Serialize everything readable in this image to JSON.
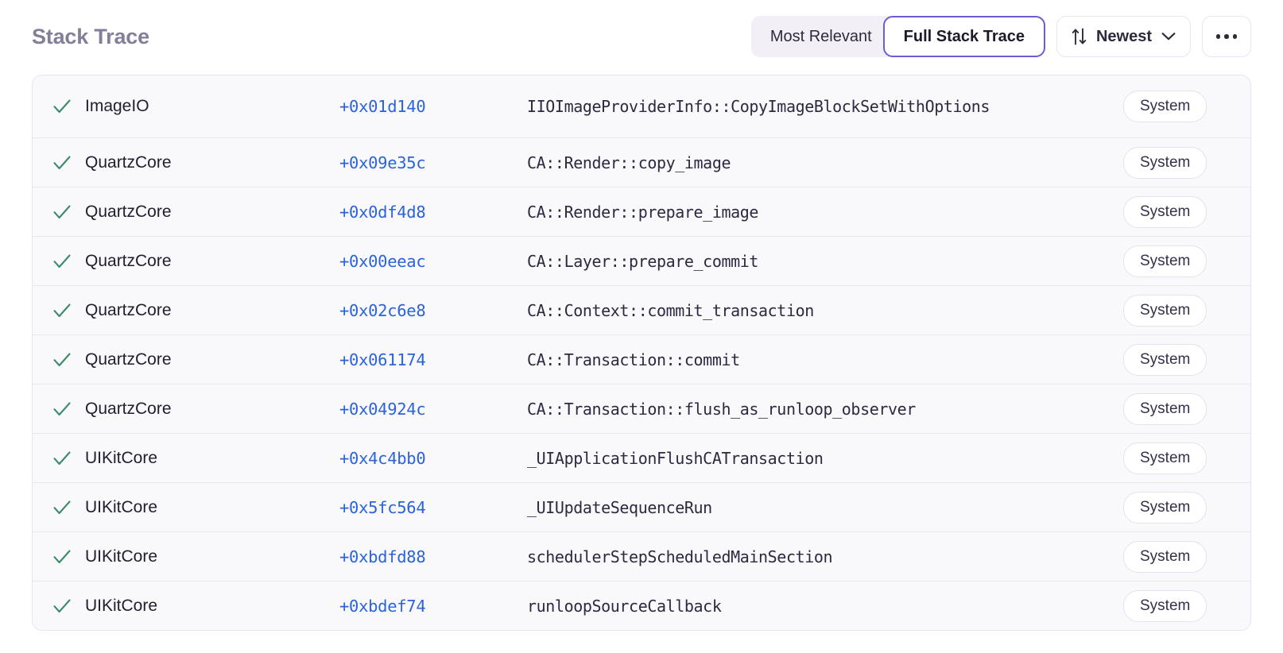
{
  "header": {
    "title": "Stack Trace",
    "segmented": {
      "options": [
        {
          "label": "Most Relevant",
          "active": false
        },
        {
          "label": "Full Stack Trace",
          "active": true
        }
      ]
    },
    "sort": {
      "icon": "sort-arrows-icon",
      "label": "Newest",
      "chevron": "chevron-down-icon"
    },
    "more": {
      "icon": "ellipsis-icon",
      "label": "..."
    }
  },
  "colors": {
    "title": "#837f98",
    "accent_purple": "#6c5cd0",
    "offset_blue": "#2a63db",
    "check_green": "#3d8a6b",
    "row_bg": "#f9f9fb",
    "divider": "#e9e7f0",
    "segment_inactive_bg": "#f2f0f6"
  },
  "frames": [
    {
      "status": "symbolicated-check",
      "module": "ImageIO",
      "offset": "+0x01d140",
      "symbol": "IIOImageProviderInfo::CopyImageBlockSetWithOptions",
      "badge": "System",
      "tall": true
    },
    {
      "status": "symbolicated-check",
      "module": "QuartzCore",
      "offset": "+0x09e35c",
      "symbol": "CA::Render::copy_image",
      "badge": "System",
      "tall": false
    },
    {
      "status": "symbolicated-check",
      "module": "QuartzCore",
      "offset": "+0x0df4d8",
      "symbol": "CA::Render::prepare_image",
      "badge": "System",
      "tall": false
    },
    {
      "status": "symbolicated-check",
      "module": "QuartzCore",
      "offset": "+0x00eeac",
      "symbol": "CA::Layer::prepare_commit",
      "badge": "System",
      "tall": false
    },
    {
      "status": "symbolicated-check",
      "module": "QuartzCore",
      "offset": "+0x02c6e8",
      "symbol": "CA::Context::commit_transaction",
      "badge": "System",
      "tall": false
    },
    {
      "status": "symbolicated-check",
      "module": "QuartzCore",
      "offset": "+0x061174",
      "symbol": "CA::Transaction::commit",
      "badge": "System",
      "tall": false
    },
    {
      "status": "symbolicated-check",
      "module": "QuartzCore",
      "offset": "+0x04924c",
      "symbol": "CA::Transaction::flush_as_runloop_observer",
      "badge": "System",
      "tall": false
    },
    {
      "status": "symbolicated-check",
      "module": "UIKitCore",
      "offset": "+0x4c4bb0",
      "symbol": "_UIApplicationFlushCATransaction",
      "badge": "System",
      "tall": false
    },
    {
      "status": "symbolicated-check",
      "module": "UIKitCore",
      "offset": "+0x5fc564",
      "symbol": "_UIUpdateSequenceRun",
      "badge": "System",
      "tall": false
    },
    {
      "status": "symbolicated-check",
      "module": "UIKitCore",
      "offset": "+0xbdfd88",
      "symbol": "schedulerStepScheduledMainSection",
      "badge": "System",
      "tall": false
    },
    {
      "status": "symbolicated-check",
      "module": "UIKitCore",
      "offset": "+0xbdef74",
      "symbol": "runloopSourceCallback",
      "badge": "System",
      "tall": false
    }
  ]
}
